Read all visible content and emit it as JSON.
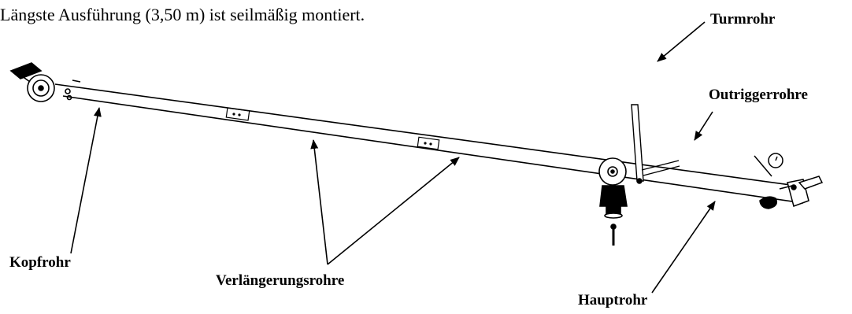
{
  "caption": "Längste Ausführung (3,50 m) ist seilmäßig montiert.",
  "labels": {
    "turmrohr": "Turmrohr",
    "outriggerrohre": "Outriggerrohre",
    "kopfrohr": "Kopfrohr",
    "verlaengerungsrohre": "Verlängerungsrohre",
    "hauptrohr": "Hauptrohr"
  }
}
